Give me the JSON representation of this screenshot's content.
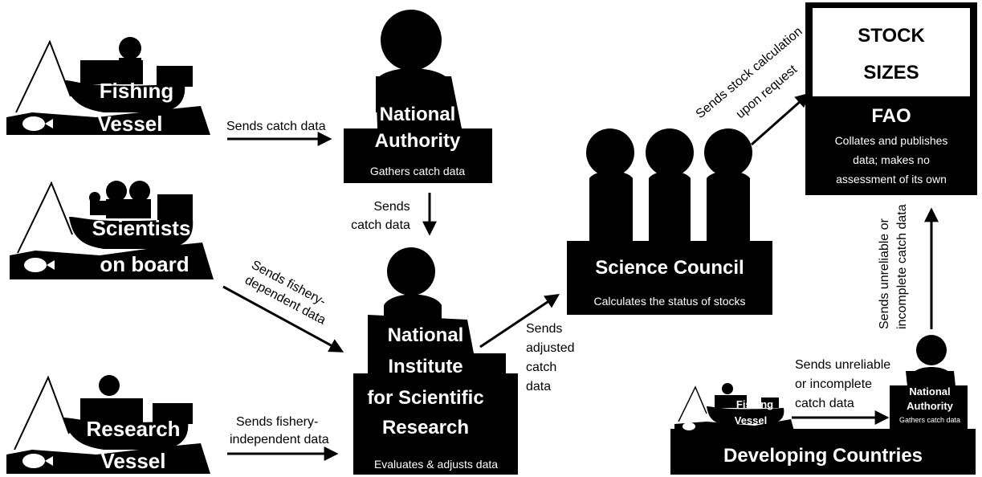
{
  "colors": {
    "ink": "#000000",
    "paper": "#ffffff"
  },
  "boats": {
    "fishing": {
      "line1": "Fishing",
      "line2": "Vessel"
    },
    "scientists": {
      "line1": "Scientists",
      "line2": "on board"
    },
    "research": {
      "line1": "Research",
      "line2": "Vessel"
    }
  },
  "national_authority": {
    "line1": "National",
    "line2": "Authority",
    "sub": "Gathers catch data"
  },
  "institute": {
    "line1": "National",
    "line2": "Institute",
    "line3": "for Scientific",
    "line4": "Research",
    "sub": "Evaluates & adjusts data"
  },
  "science_council": {
    "title": "Science Council",
    "sub": "Calculates the status of stocks"
  },
  "fao": {
    "stock1": "STOCK",
    "stock2": "SIZES",
    "title": "FAO",
    "sub1": "Collates and publishes",
    "sub2": "data; makes no",
    "sub3": "assessment of its own"
  },
  "developing": {
    "title": "Developing Countries",
    "boat1": "Fishing",
    "boat2": "Vessel",
    "auth1": "National",
    "auth2": "Authority",
    "auth_sub": "Gathers catch data"
  },
  "arrows": {
    "catch": "Sends catch data",
    "down1": "Sends",
    "down2": "catch data",
    "dep1": "Sends fishery-",
    "dep2": "dependent data",
    "indep1": "Sends fishery-",
    "indep2": "independent data",
    "adj1": "Sends",
    "adj2": "adjusted",
    "adj3": "catch",
    "adj4": "data",
    "stock1": "Sends stock calculation",
    "stock2": "upon request",
    "unrel1": "Sends unreliable or",
    "unrel2": "incomplete catch data",
    "dev1": "Sends unreliable",
    "dev2": "or incomplete",
    "dev3": "catch data"
  }
}
